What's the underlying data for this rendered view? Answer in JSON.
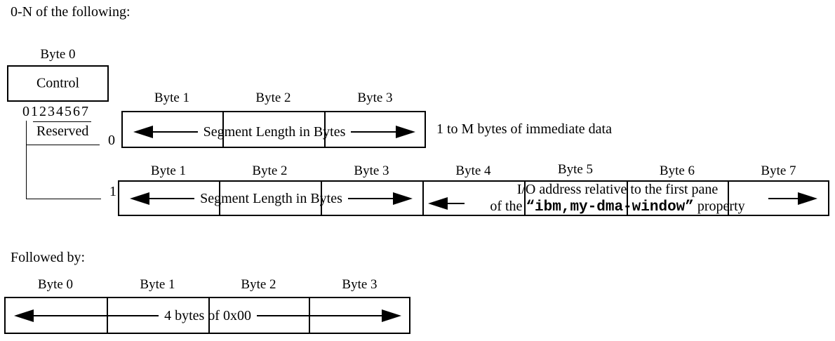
{
  "colors": {
    "ink": "#000000",
    "background": "#ffffff"
  },
  "header": {
    "repeat_title": "0-N of the following:",
    "followed_title": "Followed by:"
  },
  "control": {
    "byte_label": "Byte 0",
    "box_label": "Control",
    "bits": "01234567",
    "reserved_label": "Reserved",
    "branch0": "0",
    "branch1": "1"
  },
  "row0": {
    "byte_labels": [
      "Byte 1",
      "Byte 2",
      "Byte 3"
    ],
    "segment_label": "Segment Length in Bytes",
    "note": "1 to M bytes of immediate data"
  },
  "row1": {
    "byte_labels": [
      "Byte 1",
      "Byte 2",
      "Byte 3",
      "Byte 4",
      "Byte 5",
      "Byte 6",
      "Byte 7"
    ],
    "segment_label": "Segment Length in Bytes",
    "io_line1": "I/O address relative to the first pane",
    "io_line2_prefix": "of the ",
    "io_line2_code": "“ibm,my-dma-window”",
    "io_line2_suffix": " property"
  },
  "footer_row": {
    "byte_labels": [
      "Byte 0",
      "Byte 1",
      "Byte 2",
      "Byte 3"
    ],
    "label": "4 bytes of 0x00"
  }
}
